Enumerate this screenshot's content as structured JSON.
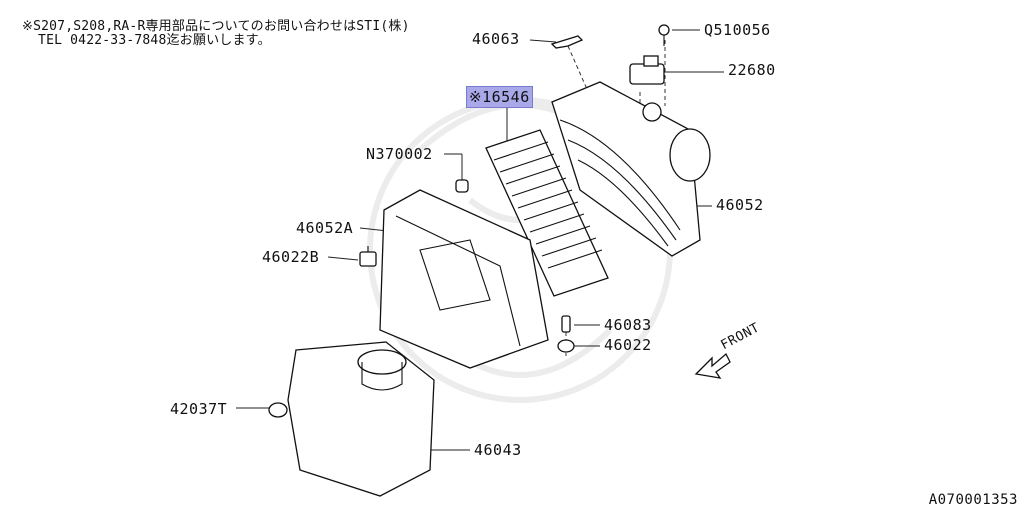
{
  "note": {
    "line1": "※S207,S208,RA-R専用部品についてのお問い合わせはSTI(株)",
    "line2": "  TEL 0422-33-7848迄お願いします。"
  },
  "labels": {
    "p46063": "46063",
    "pQ510056": "Q510056",
    "p22680": "22680",
    "p16546": "※16546",
    "pN370002": "N370002",
    "p46052": "46052",
    "p46052A": "46052A",
    "p46022B": "46022B",
    "p46083": "46083",
    "p46022": "46022",
    "p42037T": "42037T",
    "p46043": "46043",
    "front": "FRONT"
  },
  "reference": "A070001353",
  "highlight_color": "#a9a9ea"
}
